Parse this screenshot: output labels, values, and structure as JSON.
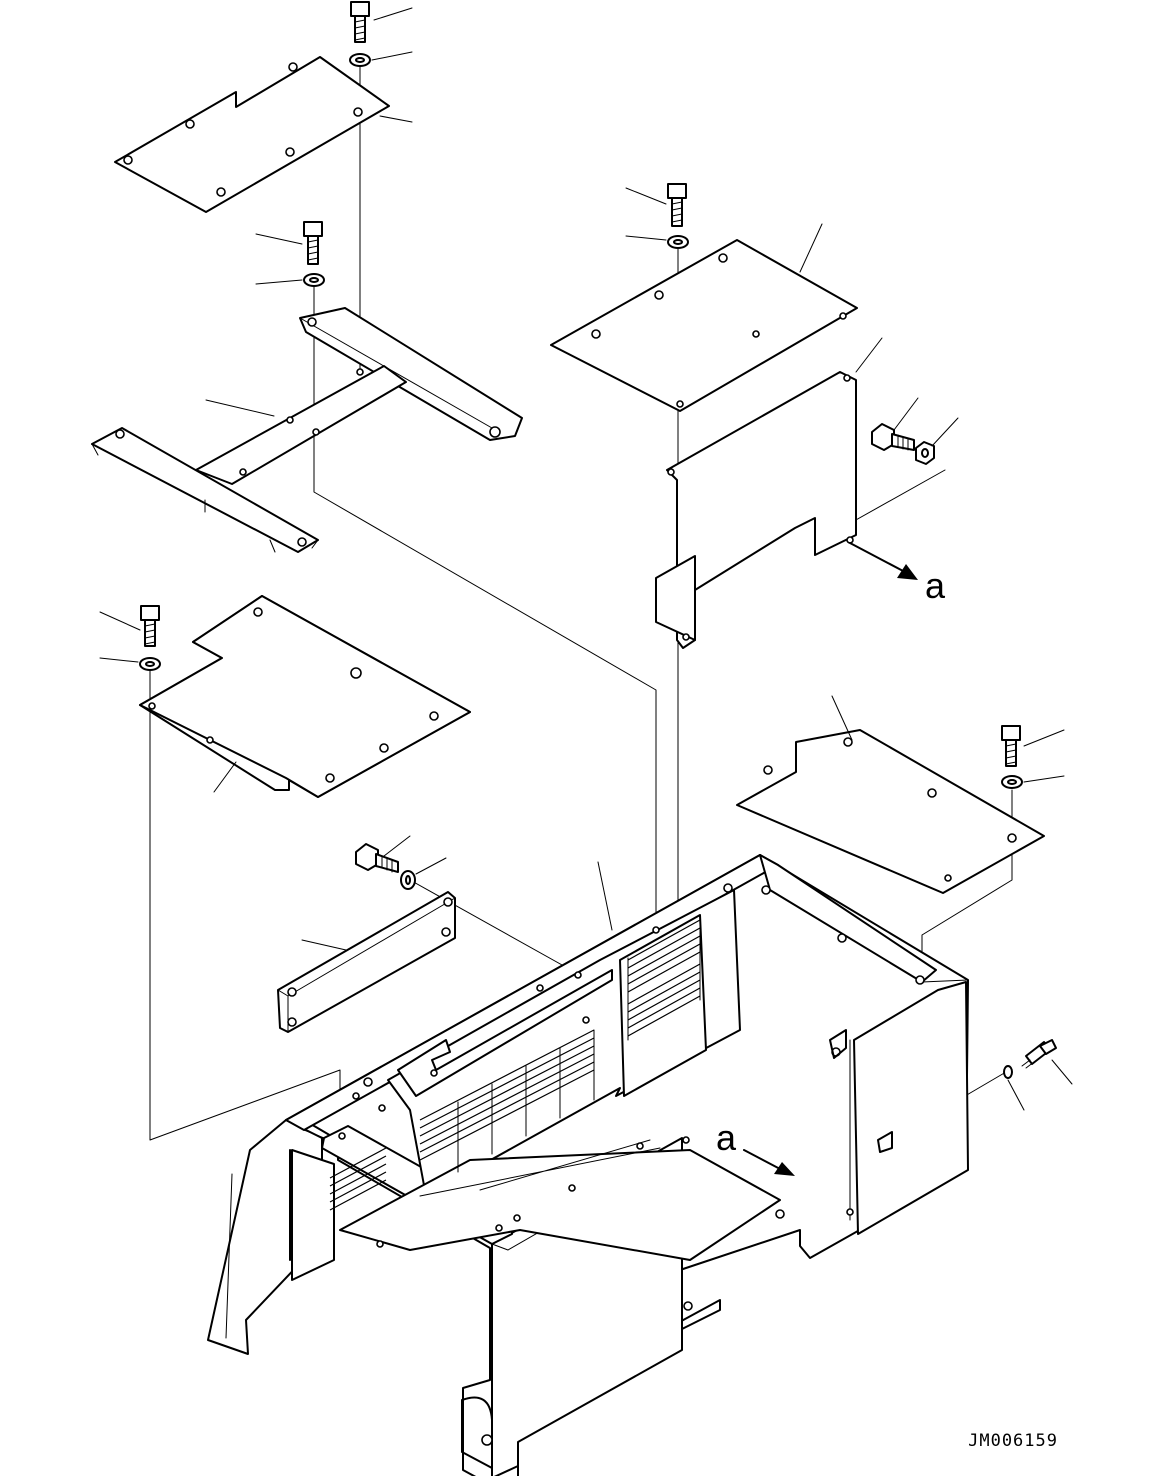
{
  "drawing": {
    "drawing_number": "JM006159",
    "view_labels": [
      "a",
      "a"
    ]
  },
  "colors": {
    "line": "#000000",
    "background": "#ffffff"
  }
}
